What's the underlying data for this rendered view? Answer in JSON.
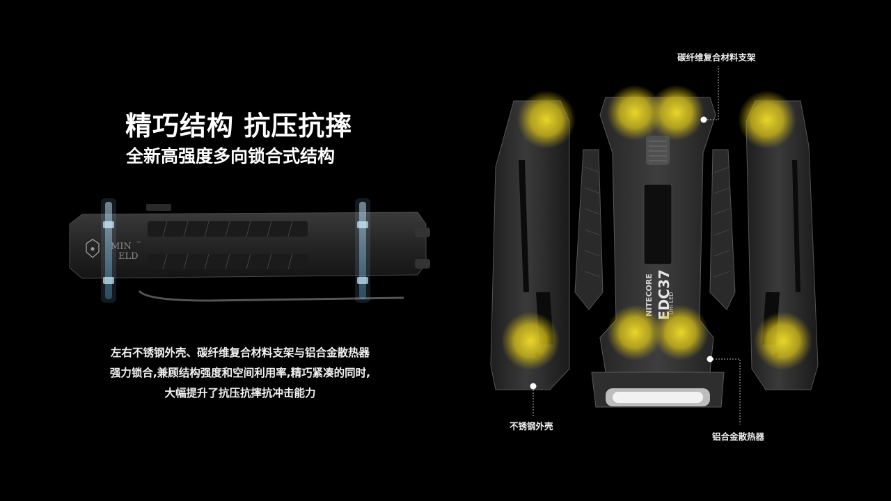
{
  "heading": {
    "title": "精巧结构 抗压抗摔",
    "subtitle": "全新高强度多向锁合式结构"
  },
  "description": {
    "lines": [
      "左右不锈钢外壳、碳纤维复合材料支架与铝合金散热器",
      "强力锁合,兼顾结构强度和空间利用率,精巧紧凑的同时,",
      "大幅提升了抗压抗摔抗冲击能力"
    ]
  },
  "callouts": {
    "carbon_bracket": "碳纤维复合材料支架",
    "steel_shell": "不锈钢外壳",
    "aluminum_heatsink": "铝合金散热器"
  },
  "product": {
    "side_logo_line1": "MIN",
    "side_logo_line2": "ELD",
    "side_logo_tm": "™",
    "brand": "NITECORE",
    "model": "EDC37",
    "led_label": "UHi LED"
  },
  "colors": {
    "background": "#000000",
    "text": "#ffffff",
    "highlight_yellow": "#e8d21a",
    "metal_dark": "#2b2b2b",
    "metal_mid": "#3c3c3c",
    "glow_blue": "#9fd8ff"
  }
}
